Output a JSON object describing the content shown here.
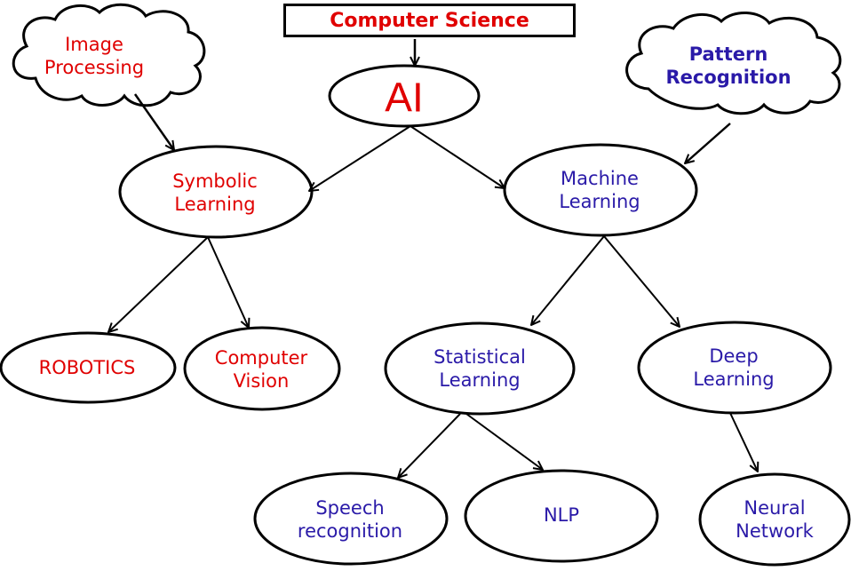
{
  "colors": {
    "red_text": "#e00000",
    "blue_text": "#2a1aa8",
    "outline": "#000000"
  },
  "root": {
    "label": "Computer Science"
  },
  "nodes": {
    "ai": {
      "label": "AI"
    },
    "image_processing": {
      "line1": "Image",
      "line2": "Processing"
    },
    "pattern_recognition": {
      "line1": "Pattern",
      "line2": "Recognition"
    },
    "symbolic_learning": {
      "line1": "Symbolic",
      "line2": "Learning"
    },
    "machine_learning": {
      "line1": "Machine",
      "line2": "Learning"
    },
    "robotics": {
      "label": "ROBOTICS"
    },
    "computer_vision": {
      "line1": "Computer",
      "line2": "Vision"
    },
    "statistical_learning": {
      "line1": "Statistical",
      "line2": "Learning"
    },
    "deep_learning": {
      "line1": "Deep",
      "line2": "Learning"
    },
    "speech_recognition": {
      "line1": "Speech",
      "line2": "recognition"
    },
    "nlp": {
      "label": "NLP"
    },
    "neural_network": {
      "line1": "Neural",
      "line2": "Network"
    }
  },
  "edges": [
    {
      "from": "Computer Science",
      "to": "AI"
    },
    {
      "from": "AI",
      "to": "Symbolic Learning"
    },
    {
      "from": "AI",
      "to": "Machine Learning"
    },
    {
      "from": "Image Processing",
      "to": "Symbolic Learning"
    },
    {
      "from": "Pattern Recognition",
      "to": "Machine Learning"
    },
    {
      "from": "Symbolic Learning",
      "to": "ROBOTICS"
    },
    {
      "from": "Symbolic Learning",
      "to": "Computer Vision"
    },
    {
      "from": "Machine Learning",
      "to": "Statistical Learning"
    },
    {
      "from": "Machine Learning",
      "to": "Deep Learning"
    },
    {
      "from": "Statistical Learning",
      "to": "Speech recognition"
    },
    {
      "from": "Statistical Learning",
      "to": "NLP"
    },
    {
      "from": "Deep Learning",
      "to": "Neural Network"
    }
  ]
}
